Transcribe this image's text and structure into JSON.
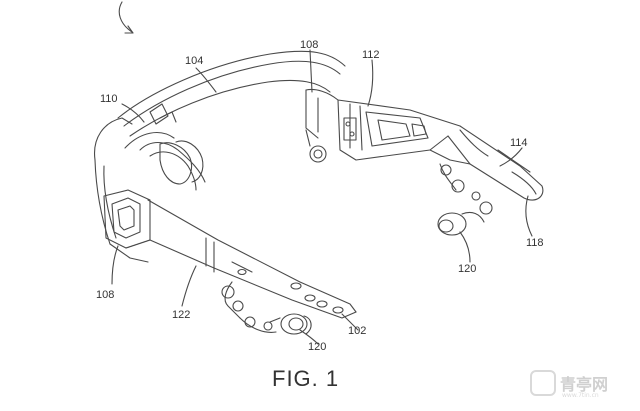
{
  "labels": {
    "l104": "104",
    "l108_top": "108",
    "l112": "112",
    "l110": "110",
    "l114": "114",
    "l118": "118",
    "l120_right": "120",
    "l108_left": "108",
    "l122": "122",
    "l102": "102",
    "l120_bottom": "120"
  },
  "caption": "FIG. 1",
  "watermark": {
    "text": "青亭网",
    "subtext": "www.7tin.cn"
  },
  "colors": {
    "line": "#4a4a4a",
    "background": "#ffffff"
  }
}
